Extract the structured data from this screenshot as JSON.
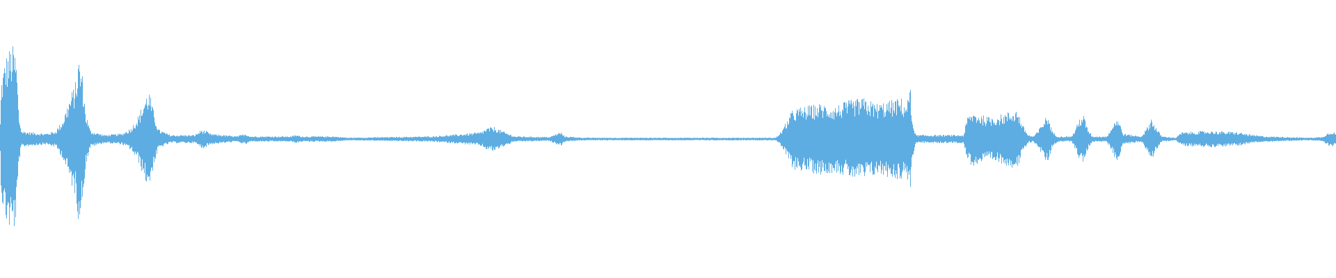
{
  "waveform": {
    "color": "#5dade2",
    "envelope": [
      [
        0,
        0.02
      ],
      [
        2,
        0.44
      ],
      [
        8,
        0.6
      ],
      [
        14,
        0.66
      ],
      [
        20,
        0.68
      ],
      [
        24,
        0.56
      ],
      [
        27,
        0.18
      ],
      [
        31,
        0.06
      ],
      [
        45,
        0.05
      ],
      [
        65,
        0.04
      ],
      [
        80,
        0.06
      ],
      [
        90,
        0.14
      ],
      [
        100,
        0.3
      ],
      [
        109,
        0.42
      ],
      [
        113,
        0.6
      ],
      [
        118,
        0.5
      ],
      [
        123,
        0.2
      ],
      [
        130,
        0.06
      ],
      [
        150,
        0.03
      ],
      [
        175,
        0.04
      ],
      [
        188,
        0.08
      ],
      [
        200,
        0.18
      ],
      [
        208,
        0.3
      ],
      [
        214,
        0.36
      ],
      [
        220,
        0.22
      ],
      [
        228,
        0.07
      ],
      [
        245,
        0.03
      ],
      [
        280,
        0.03
      ],
      [
        290,
        0.07
      ],
      [
        296,
        0.06
      ],
      [
        302,
        0.04
      ],
      [
        340,
        0.02
      ],
      [
        353,
        0.04
      ],
      [
        360,
        0.02
      ],
      [
        417,
        0.02
      ],
      [
        426,
        0.03
      ],
      [
        434,
        0.02
      ],
      [
        480,
        0.02
      ],
      [
        500,
        0.01
      ],
      [
        560,
        0.015
      ],
      [
        620,
        0.02
      ],
      [
        660,
        0.035
      ],
      [
        690,
        0.05
      ],
      [
        700,
        0.08
      ],
      [
        710,
        0.09
      ],
      [
        718,
        0.07
      ],
      [
        726,
        0.05
      ],
      [
        740,
        0.02
      ],
      [
        790,
        0.015
      ],
      [
        800,
        0.04
      ],
      [
        806,
        0.05
      ],
      [
        812,
        0.02
      ],
      [
        840,
        0.01
      ],
      [
        1000,
        0.01
      ],
      [
        1115,
        0.01
      ],
      [
        1120,
        0.04
      ],
      [
        1126,
        0.08
      ],
      [
        1132,
        0.15
      ],
      [
        1140,
        0.22
      ],
      [
        1160,
        0.24
      ],
      [
        1180,
        0.26
      ],
      [
        1200,
        0.24
      ],
      [
        1220,
        0.28
      ],
      [
        1240,
        0.3
      ],
      [
        1260,
        0.26
      ],
      [
        1280,
        0.28
      ],
      [
        1295,
        0.3
      ],
      [
        1300,
        0.26
      ],
      [
        1305,
        0.3
      ],
      [
        1308,
        0.42
      ],
      [
        1310,
        0.18
      ],
      [
        1316,
        0.03
      ],
      [
        1385,
        0.03
      ],
      [
        1390,
        0.16
      ],
      [
        1398,
        0.2
      ],
      [
        1420,
        0.16
      ],
      [
        1440,
        0.18
      ],
      [
        1462,
        0.22
      ],
      [
        1470,
        0.1
      ],
      [
        1478,
        0.03
      ],
      [
        1485,
        0.02
      ],
      [
        1492,
        0.06
      ],
      [
        1500,
        0.14
      ],
      [
        1506,
        0.18
      ],
      [
        1512,
        0.06
      ],
      [
        1520,
        0.02
      ],
      [
        1540,
        0.02
      ],
      [
        1546,
        0.08
      ],
      [
        1552,
        0.16
      ],
      [
        1557,
        0.18
      ],
      [
        1563,
        0.08
      ],
      [
        1570,
        0.02
      ],
      [
        1590,
        0.02
      ],
      [
        1597,
        0.08
      ],
      [
        1604,
        0.16
      ],
      [
        1608,
        0.14
      ],
      [
        1614,
        0.04
      ],
      [
        1640,
        0.02
      ],
      [
        1648,
        0.08
      ],
      [
        1655,
        0.16
      ],
      [
        1662,
        0.08
      ],
      [
        1670,
        0.02
      ],
      [
        1690,
        0.01
      ],
      [
        1698,
        0.05
      ],
      [
        1740,
        0.06
      ],
      [
        1780,
        0.05
      ],
      [
        1800,
        0.03
      ],
      [
        1820,
        0.02
      ],
      [
        1880,
        0.01
      ],
      [
        1900,
        0.015
      ],
      [
        1910,
        0.05
      ],
      [
        1915,
        0.06
      ],
      [
        1920,
        0.04
      ]
    ]
  }
}
